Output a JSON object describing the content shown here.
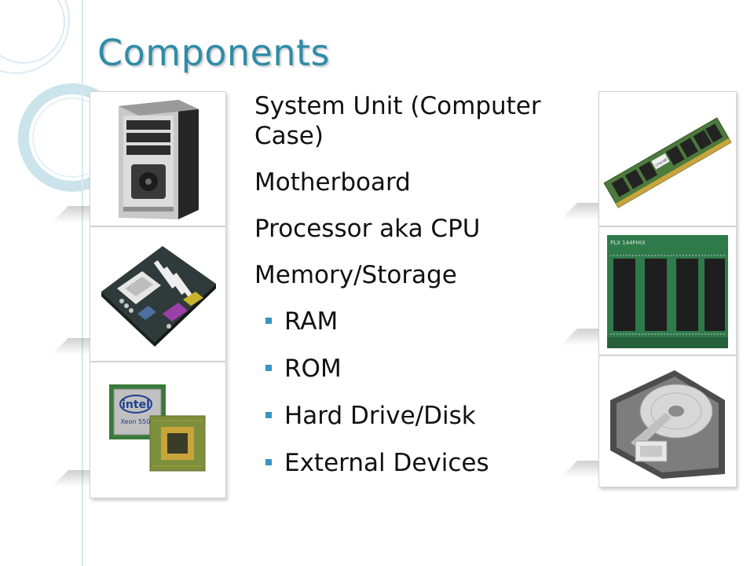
{
  "slide": {
    "title": "Components",
    "items": [
      "System Unit (Computer Case)",
      "Motherboard",
      "Processor aka CPU",
      "Memory/Storage"
    ],
    "subitems": [
      "RAM",
      "ROM",
      "Hard Drive/Disk",
      "External Devices"
    ]
  },
  "images": {
    "left": [
      "computer-case-icon",
      "motherboard-icon",
      "cpu-chip-icon"
    ],
    "right": [
      "ram-module-icon",
      "rom-chip-board-icon",
      "hard-drive-icon"
    ],
    "cpu_label_brand": "intel",
    "cpu_label_model": "Xeon 5500",
    "ram_label": "crucial",
    "rom_board_label": "PLX 144FHIX"
  },
  "colors": {
    "title": "#2f8ca6",
    "bullet": "#3a93c2",
    "text": "#111111"
  }
}
